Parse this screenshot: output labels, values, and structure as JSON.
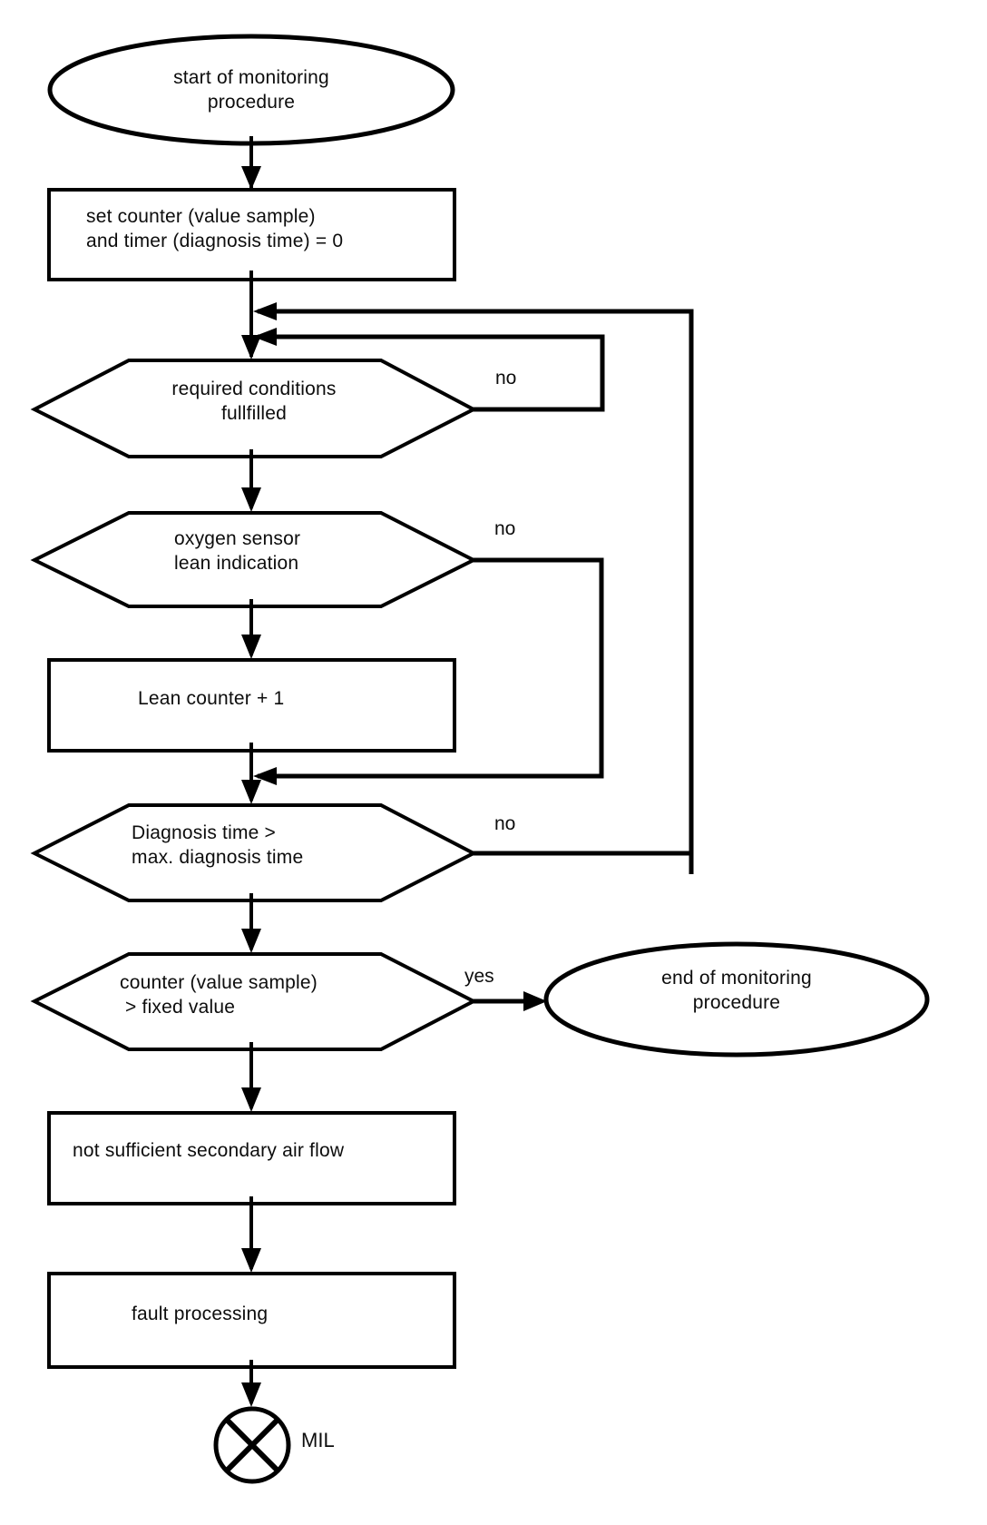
{
  "nodes": {
    "start": {
      "label": "start of monitoring\nprocedure",
      "shape": "ellipse"
    },
    "init": {
      "label": "set counter (value sample)\nand timer (diagnosis time) = 0",
      "shape": "rectangle"
    },
    "conditions": {
      "label": "required conditions\nfullfilled",
      "shape": "hexagon"
    },
    "oxygen": {
      "label": "oxygen sensor\nlean indication",
      "shape": "hexagon"
    },
    "lean_counter": {
      "label": "Lean counter + 1",
      "shape": "rectangle"
    },
    "diagnosis_time": {
      "label": "Diagnosis time >\nmax. diagnosis time",
      "shape": "hexagon"
    },
    "counter_check": {
      "label": "counter (value sample)\n > fixed value",
      "shape": "hexagon"
    },
    "end": {
      "label": "end of monitoring\nprocedure",
      "shape": "ellipse"
    },
    "air_flow": {
      "label": "not sufficient secondary air flow",
      "shape": "rectangle"
    },
    "fault": {
      "label": "fault processing",
      "shape": "rectangle"
    },
    "mil": {
      "label": "MIL",
      "shape": "lamp-symbol"
    }
  },
  "edge_labels": {
    "conditions_no": "no",
    "oxygen_no": "no",
    "diagnosis_no": "no",
    "counter_yes": "yes"
  },
  "colors": {
    "line": "#000000",
    "background": "#ffffff"
  }
}
